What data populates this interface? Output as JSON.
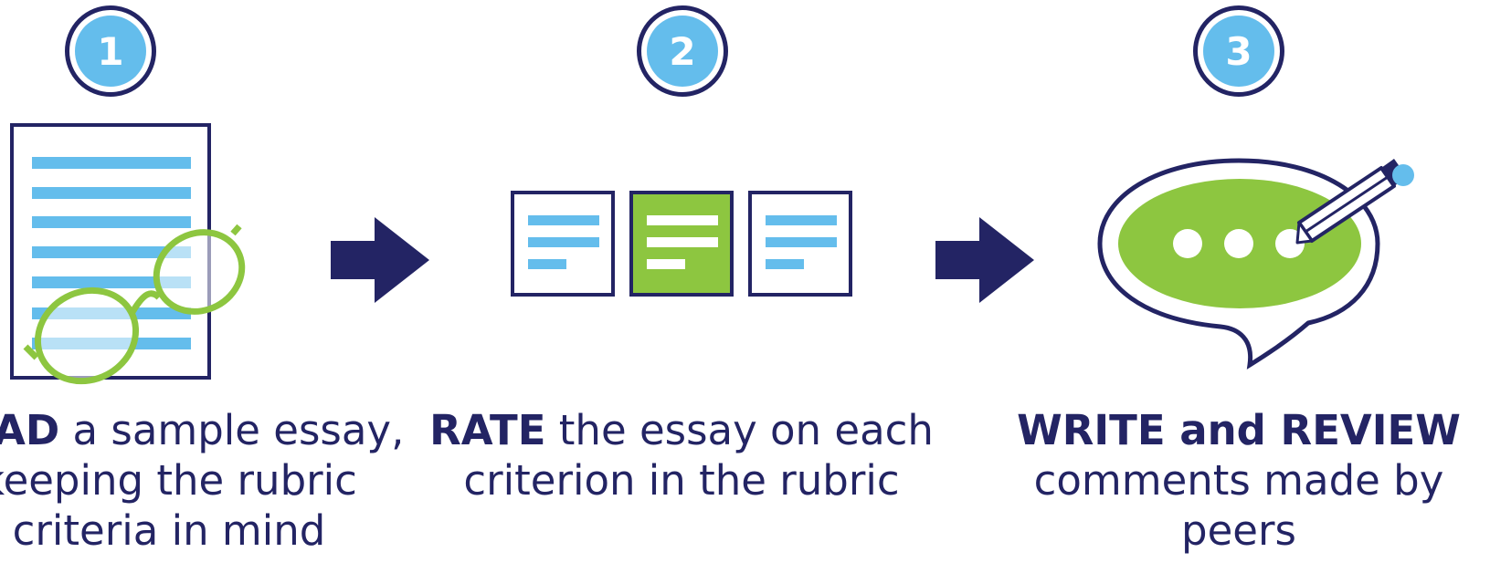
{
  "steps": [
    {
      "number": "1",
      "bold": "READ",
      "rest": " a sample essay,",
      "line2": "keeping the rubric",
      "line3": "criteria in mind",
      "illustration": "document-with-glasses-icon"
    },
    {
      "number": "2",
      "bold": "RATE",
      "rest": " the essay on each",
      "line2": "criterion in the rubric",
      "line3": "",
      "illustration": "rubric-cards-icon"
    },
    {
      "number": "3",
      "bold": "WRITE and REVIEW",
      "rest": "",
      "line2": "comments made by",
      "line3": "peers",
      "illustration": "speech-bubble-pencil-icon"
    }
  ],
  "arrows": [
    "right-arrow-icon",
    "right-arrow-icon"
  ],
  "colors": {
    "navy": "#232464",
    "light_blue": "#64bdec",
    "green": "#8dc640",
    "white": "#ffffff"
  }
}
